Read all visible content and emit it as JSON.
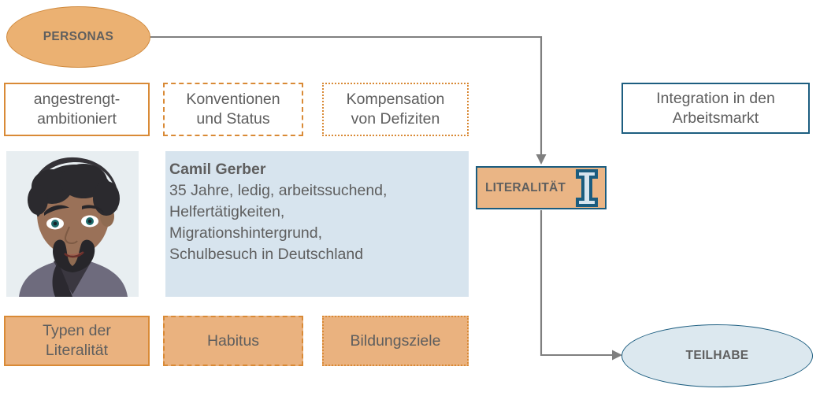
{
  "diagram": {
    "title_nodes": {
      "personas": "PERSONAS",
      "literalitaet": "LITERALITÄT",
      "teilhabe": "TEILHABE"
    },
    "attribute_boxes": [
      {
        "label": "angestrengt-\nambitioniert",
        "border": "solid",
        "fill": "#ffffff"
      },
      {
        "label": "Konventionen\nund Status",
        "border": "dashed",
        "fill": "#ffffff"
      },
      {
        "label": "Kompensation\nvon Defiziten",
        "border": "dotted",
        "fill": "#ffffff"
      }
    ],
    "outcome_box": {
      "label": "Integration in den\nArbeitsmarkt",
      "border": "solid",
      "fill": "#ffffff"
    },
    "persona": {
      "name": "Camil Gerber",
      "details": "35 Jahre, ledig, arbeitssuchend,\nHelfertätigkeiten,\nMigrationshintergrund,\nSchulbesuch in Deutschland",
      "avatar_name": "portrait-illustration-male"
    },
    "dimension_boxes": [
      {
        "label": "Typen der\nLiteralität",
        "border": "solid",
        "fill": "#eab27f"
      },
      {
        "label": "Habitus",
        "border": "dashed",
        "fill": "#eab27f"
      },
      {
        "label": "Bildungsziele",
        "border": "dotted",
        "fill": "#eab27f"
      }
    ],
    "icons": {
      "literalitaet_badge": "i-beam-icon"
    },
    "connectors": [
      {
        "from": "personas",
        "to": "literalitaet",
        "style": "elbow-arrow"
      },
      {
        "from": "literalitaet",
        "to": "teilhabe",
        "style": "elbow-arrow"
      }
    ],
    "colors": {
      "orange_fill": "#eab27f",
      "orange_border": "#d98a36",
      "blue_border": "#1a5c7f",
      "blue_fill": "#dce8ef",
      "persona_panel": "#d7e4ee",
      "connector": "#7f7f7f",
      "text": "#5e5e5e"
    }
  }
}
